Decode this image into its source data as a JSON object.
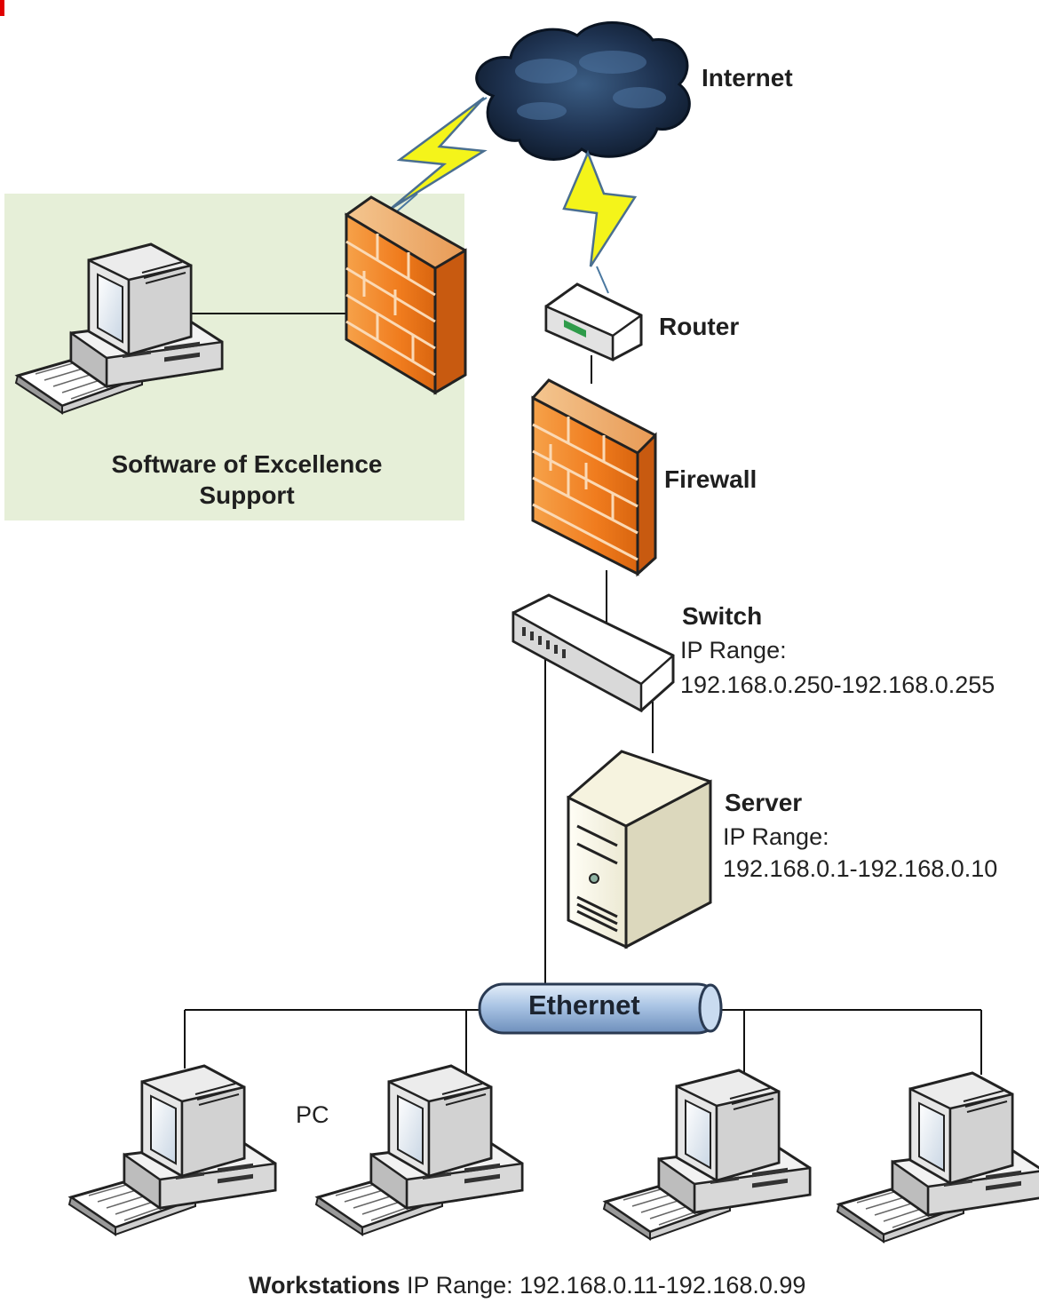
{
  "labels": {
    "internet": "Internet",
    "router": "Router",
    "firewall": "Firewall",
    "support_line1": "Software of Excellence",
    "support_line2": "Support",
    "switch_name": "Switch",
    "switch_ip_label": "IP Range:",
    "switch_ip_range": "192.168.0.250-192.168.0.255",
    "server_name": "Server",
    "server_ip_label": "IP Range:",
    "server_ip_range": "192.168.0.1-192.168.0.10",
    "ethernet": "Ethernet",
    "pc": "PC",
    "workstations_name": "Workstations",
    "workstations_ip": "IP Range: 192.168.0.11-192.168.0.99"
  },
  "colors": {
    "support_zone": "#e6efd8",
    "firewall_orange": "#f07c1e",
    "cloud_dark": "#1b2d44",
    "lightning": "#f4f41a",
    "ethernet_pipe": "#a9c4e4"
  },
  "icons": [
    "cloud-icon",
    "lightning-icon",
    "firewall-icon",
    "router-icon",
    "switch-icon",
    "server-icon",
    "computer-icon"
  ]
}
